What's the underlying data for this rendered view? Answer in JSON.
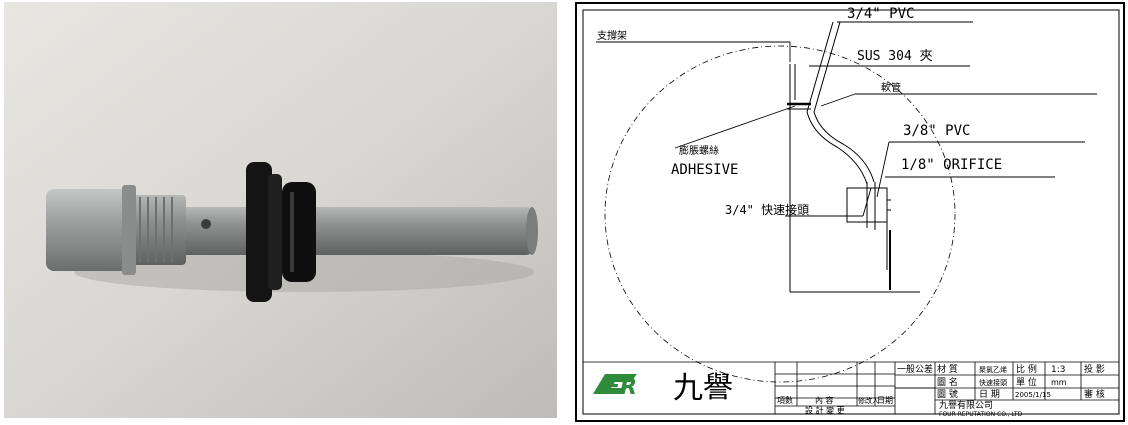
{
  "labels": {
    "pvc_34": "3/4\" PVC",
    "support_frame": "支撐架",
    "sus": "SUS 304 夾",
    "hose": "軟管",
    "pvc_38": "3/8\" PVC",
    "thread_seal": "膨脹螺絲",
    "adhesive": "ADHESIVE",
    "orifice": "1/8\" ORIFICE",
    "quick_connector": "3/4\" 快速接頭"
  },
  "title_block": {
    "logo": "FR",
    "company_cn": "九譽",
    "revision_headers": [
      "項數",
      "內 容",
      "修改人",
      "日期"
    ],
    "design_change": "設 計 變 更",
    "tolerance": "一般公差",
    "material": "材 質",
    "material_value": "聚氯乙烯",
    "scale_label": "比 例",
    "scale_value": "1:3",
    "projection": "投 影",
    "part_name": "圖 名",
    "part_value": "快速接頭",
    "unit": "單 位",
    "unit_value": "mm",
    "drawing_no": "圖 號",
    "date": "日 期",
    "date_value": "2005/1/15",
    "review": "審 核",
    "company_full": "九譽有限公司",
    "company_en": "FOUR REPUTATION CO., LTD"
  },
  "colors": {
    "pipe": "#8a8d8c",
    "flange": "#141414",
    "background_photo": "#dcdad6",
    "logo_green": "#2e8b3a"
  }
}
